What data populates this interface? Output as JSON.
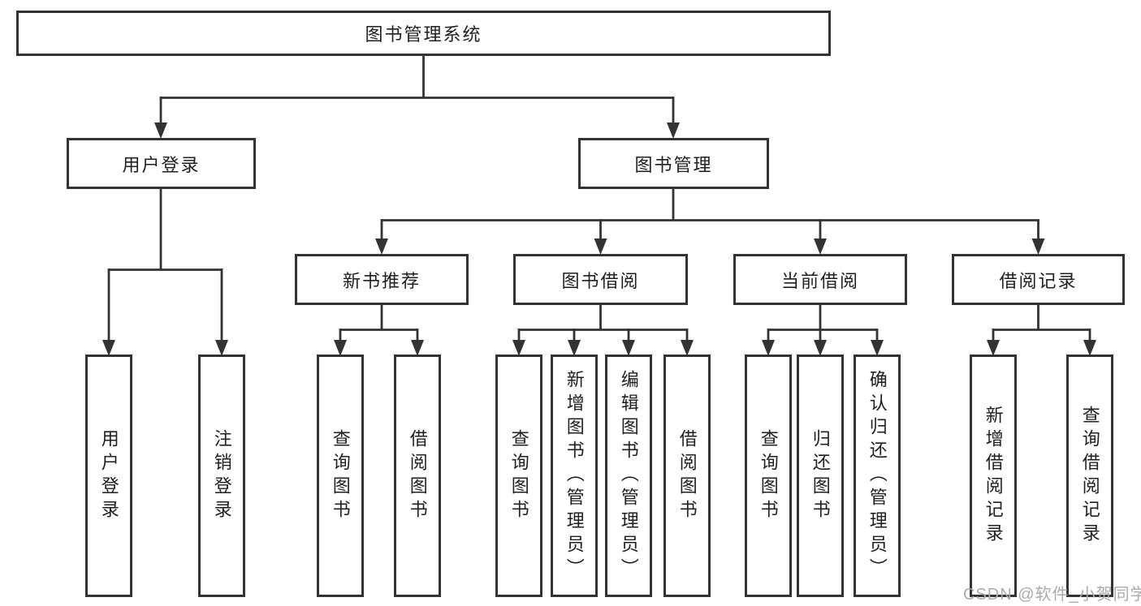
{
  "tree": {
    "label": "图书管理系统",
    "children": [
      {
        "label": "用户登录",
        "children": [
          {
            "label": "用户登录"
          },
          {
            "label": "注销登录"
          }
        ]
      },
      {
        "label": "图书管理",
        "children": [
          {
            "label": "新书推荐",
            "children": [
              {
                "label": "查询图书"
              },
              {
                "label": "借阅图书"
              }
            ]
          },
          {
            "label": "图书借阅",
            "children": [
              {
                "label": "查询图书"
              },
              {
                "label": "新增图书（管理员）"
              },
              {
                "label": "编辑图书（管理员）"
              },
              {
                "label": "借阅图书"
              }
            ]
          },
          {
            "label": "当前借阅",
            "children": [
              {
                "label": "查询图书"
              },
              {
                "label": "归还图书"
              },
              {
                "label": "确认归还（管理员）"
              }
            ]
          },
          {
            "label": "借阅记录",
            "children": [
              {
                "label": "新增借阅记录"
              },
              {
                "label": "查询借阅记录"
              }
            ]
          }
        ]
      }
    ]
  },
  "watermark": {
    "text": "CSDN @软件_小贺同学"
  },
  "colors": {
    "line": "#333333",
    "box_border": "#333333",
    "text": "#1f1f1f",
    "watermark": "#ababab",
    "background": "#ffffff"
  }
}
